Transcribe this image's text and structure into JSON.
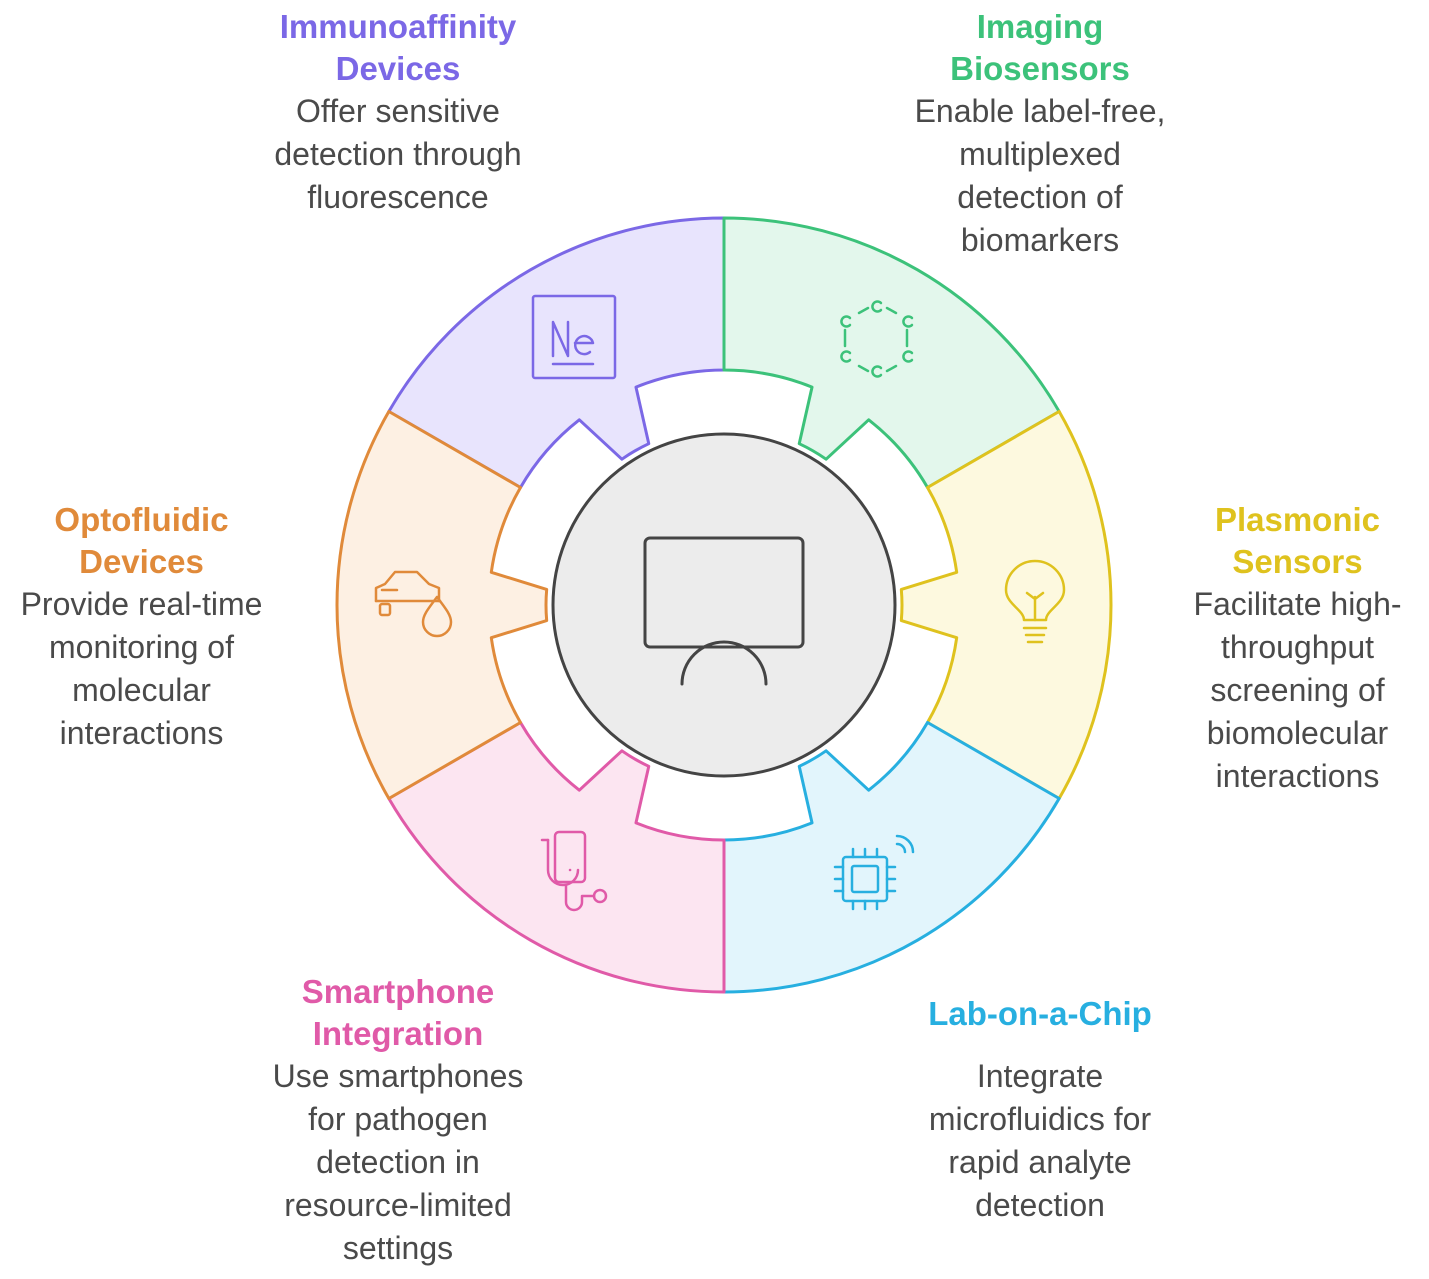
{
  "segments": [
    {
      "key": "immunoaffinity",
      "title_lines": [
        "Immunoaffinity",
        "Devices"
      ],
      "desc_lines": [
        "Offer sensitive",
        "detection through",
        "fluorescence"
      ],
      "color": "#7b68e6",
      "fill": "#e8e4fd",
      "icon": "ne-element-icon"
    },
    {
      "key": "imaging",
      "title_lines": [
        "Imaging",
        "Biosensors"
      ],
      "desc_lines": [
        "Enable label-free,",
        "multiplexed",
        "detection of",
        "biomarkers"
      ],
      "color": "#3cc27a",
      "fill": "#e3f7ec",
      "icon": "benzene-ring-icon"
    },
    {
      "key": "plasmonic",
      "title_lines": [
        "Plasmonic",
        "Sensors"
      ],
      "desc_lines": [
        "Facilitate high-",
        "throughput",
        "screening of",
        "biomolecular",
        "interactions"
      ],
      "color": "#dfc21e",
      "fill": "#fdf9df",
      "icon": "lightbulb-icon"
    },
    {
      "key": "labchip",
      "title_lines": [
        "Lab-on-a-Chip"
      ],
      "desc_lines": [
        "Integrate",
        "microfluidics for",
        "rapid analyte",
        "detection"
      ],
      "color": "#27afe0",
      "fill": "#e2f5fc",
      "icon": "wireless-chip-icon"
    },
    {
      "key": "smartphone",
      "title_lines": [
        "Smartphone",
        "Integration"
      ],
      "desc_lines": [
        "Use smartphones",
        "for pathogen",
        "detection in",
        "resource-limited",
        "settings"
      ],
      "color": "#e05aa8",
      "fill": "#fce5f1",
      "icon": "phone-stethoscope-icon"
    },
    {
      "key": "optofluidic",
      "title_lines": [
        "Optofluidic",
        "Devices"
      ],
      "desc_lines": [
        "Provide real-time",
        "monitoring of",
        "molecular",
        "interactions"
      ],
      "color": "#e08a3a",
      "fill": "#fdf0e3",
      "icon": "car-oil-drop-icon"
    }
  ],
  "center": {
    "icon": "monitor-icon",
    "fill": "#ececec",
    "stroke": "#444444"
  }
}
